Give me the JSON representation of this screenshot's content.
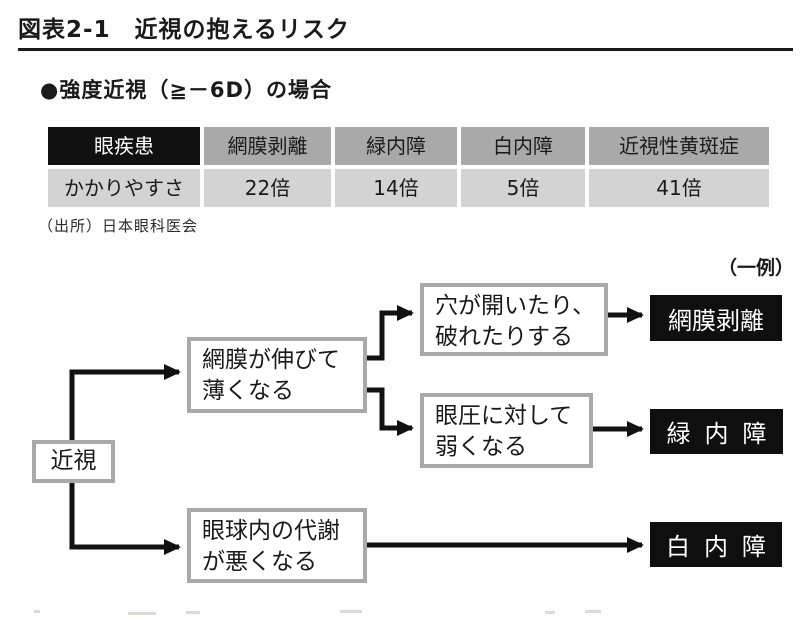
{
  "figure": {
    "title": "図表2-1　近視の抱えるリスク",
    "section_heading": "●強度近視（≧－6D）の場合",
    "source": "（出所）日本眼科医会"
  },
  "table": {
    "corner_header": "眼疾患",
    "columns": [
      "網膜剥離",
      "緑内障",
      "白内障",
      "近視性黄斑症"
    ],
    "row_label": "かかりやすさ",
    "values": [
      "22倍",
      "14倍",
      "5倍",
      "41倍"
    ],
    "colors": {
      "corner_bg": "#111111",
      "header_bg": "#a9a9a9",
      "data_bg": "#d3d3d3"
    }
  },
  "diagram": {
    "example_label": "（一例）",
    "root": {
      "label": "近視"
    },
    "causes": [
      {
        "label": "網膜が伸びて\n薄くなる"
      },
      {
        "label": "眼球内の代謝\nが悪くなる"
      }
    ],
    "intermediates": [
      {
        "label": "穴が開いたり、\n破れたりする"
      },
      {
        "label": "眼圧に対して\n弱くなる"
      }
    ],
    "outcomes": [
      {
        "label": "網膜剥離"
      },
      {
        "label": "緑内障"
      },
      {
        "label": "白内障"
      }
    ],
    "colors": {
      "node_border": "#a9a9a9",
      "outcome_bg": "#0f0f0f",
      "line": "#111111"
    }
  }
}
